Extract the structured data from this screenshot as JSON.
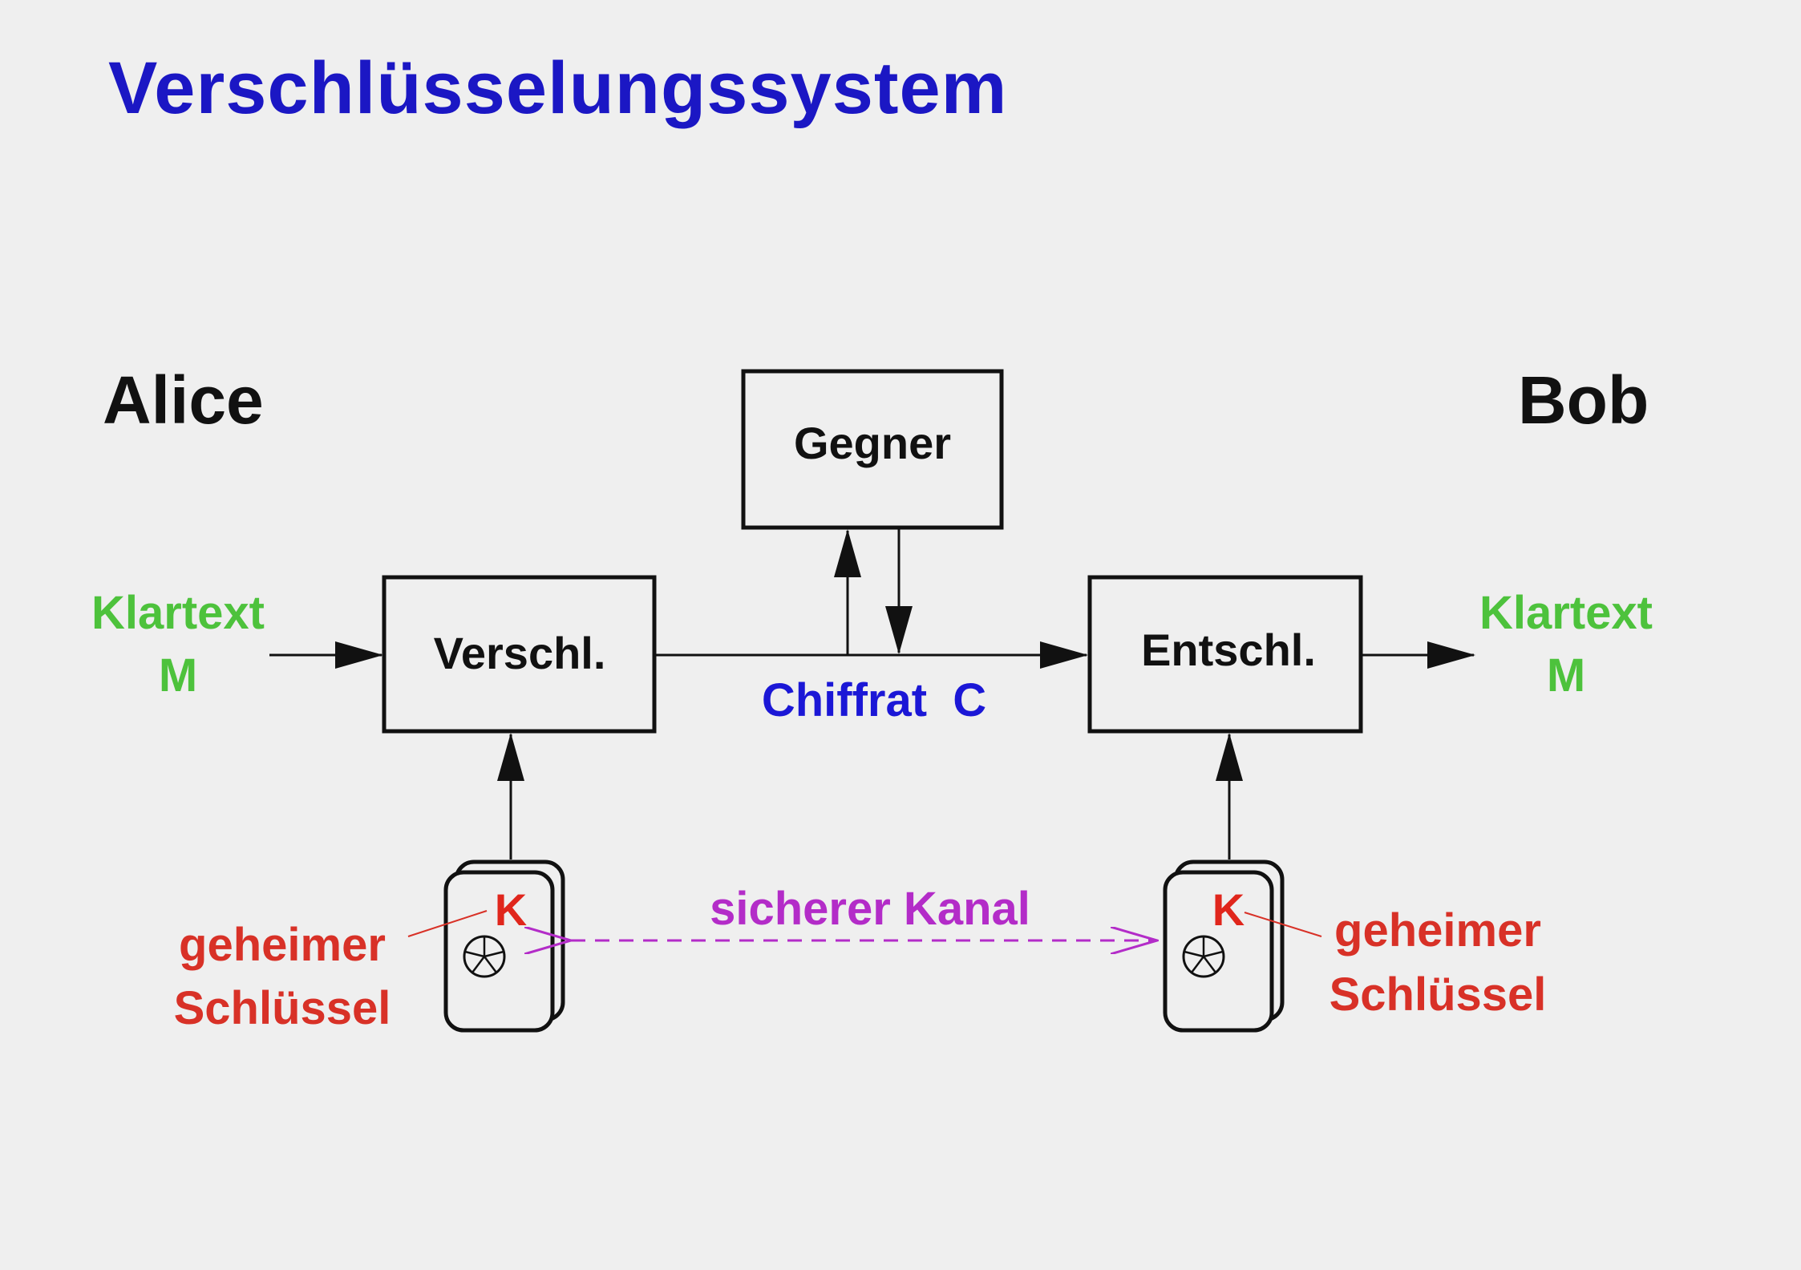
{
  "title": "Verschlüsselungssystem",
  "parties": {
    "alice": "Alice",
    "bob": "Bob"
  },
  "boxes": {
    "adversary": "Gegner",
    "encrypt": "Verschl.",
    "decrypt": "Entschl."
  },
  "plaintext_left": {
    "line1": "Klartext",
    "line2": "M"
  },
  "plaintext_right": {
    "line1": "Klartext",
    "line2": "M"
  },
  "ciphertext": "Chiffrat  C",
  "secure_channel": "sicherer Kanal",
  "key_left": {
    "letter": "K",
    "line1": "geheimer",
    "line2": "Schlüssel"
  },
  "key_right": {
    "letter": "K",
    "line1": "geheimer",
    "line2": "Schlüssel"
  },
  "colors": {
    "title": "#1b17c4",
    "plaintext": "#4dc23c",
    "ciphertext": "#1b17d6",
    "key": "#d83127",
    "channel": "#b32cc8"
  }
}
